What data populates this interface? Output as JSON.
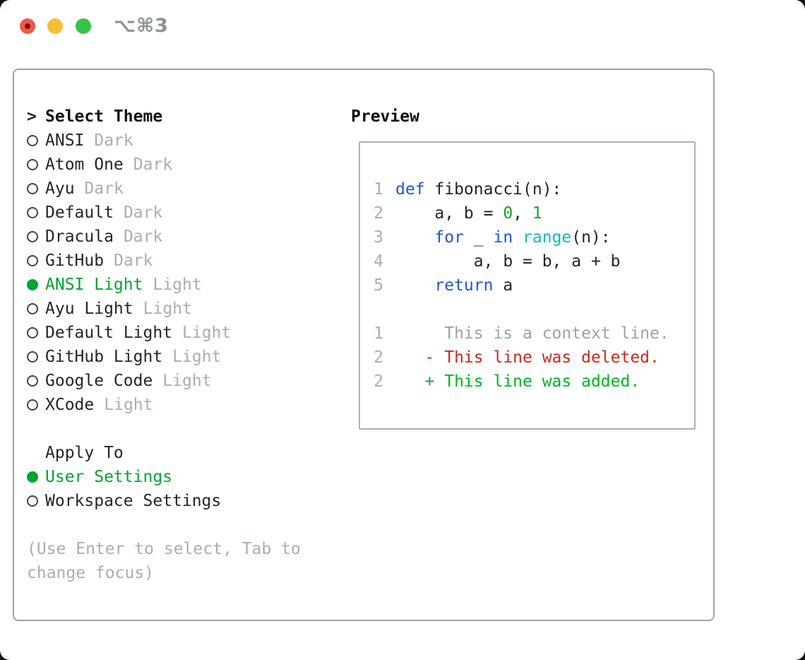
{
  "window": {
    "shortcut_label": "⌥⌘3",
    "traffic_lights": [
      {
        "name": "close-button"
      },
      {
        "name": "minimize-button"
      },
      {
        "name": "zoom-button"
      }
    ]
  },
  "theme_picker": {
    "title_marker": ">",
    "title": "Select Theme",
    "themes": [
      {
        "name": "ANSI",
        "variant": "Dark",
        "selected": false
      },
      {
        "name": "Atom One",
        "variant": "Dark",
        "selected": false
      },
      {
        "name": "Ayu",
        "variant": "Dark",
        "selected": false
      },
      {
        "name": "Default",
        "variant": "Dark",
        "selected": false
      },
      {
        "name": "Dracula",
        "variant": "Dark",
        "selected": false
      },
      {
        "name": "GitHub",
        "variant": "Dark",
        "selected": false
      },
      {
        "name": "ANSI Light",
        "variant": "Light",
        "selected": true
      },
      {
        "name": "Ayu Light",
        "variant": "Light",
        "selected": false
      },
      {
        "name": "Default Light",
        "variant": "Light",
        "selected": false
      },
      {
        "name": "GitHub Light",
        "variant": "Light",
        "selected": false
      },
      {
        "name": "Google Code",
        "variant": "Light",
        "selected": false
      },
      {
        "name": "XCode",
        "variant": "Light",
        "selected": false
      }
    ],
    "apply_to": {
      "label": "Apply To",
      "options": [
        {
          "name": "User Settings",
          "selected": true
        },
        {
          "name": "Workspace Settings",
          "selected": false
        }
      ]
    },
    "help_lines": [
      "(Use Enter to select, Tab to",
      "change focus)"
    ]
  },
  "preview": {
    "title": "Preview",
    "code_lines": [
      {
        "num": "1",
        "segments": [
          {
            "text": "def",
            "style": "keyword"
          },
          {
            "text": " fibonacci(n):",
            "style": "plain"
          }
        ]
      },
      {
        "num": "2",
        "segments": [
          {
            "text": "    a, b = ",
            "style": "plain"
          },
          {
            "text": "0",
            "style": "number"
          },
          {
            "text": ", ",
            "style": "plain"
          },
          {
            "text": "1",
            "style": "number"
          }
        ]
      },
      {
        "num": "3",
        "segments": [
          {
            "text": "    ",
            "style": "plain"
          },
          {
            "text": "for",
            "style": "keyword"
          },
          {
            "text": " _ ",
            "style": "plain"
          },
          {
            "text": "in",
            "style": "keyword"
          },
          {
            "text": " ",
            "style": "plain"
          },
          {
            "text": "range",
            "style": "builtin"
          },
          {
            "text": "(n):",
            "style": "plain"
          }
        ]
      },
      {
        "num": "4",
        "segments": [
          {
            "text": "        a, b = b, a + b",
            "style": "plain"
          }
        ]
      },
      {
        "num": "5",
        "segments": [
          {
            "text": "    ",
            "style": "plain"
          },
          {
            "text": "return",
            "style": "keyword"
          },
          {
            "text": " a",
            "style": "plain"
          }
        ]
      },
      {
        "num": "",
        "segments": []
      },
      {
        "num": "1",
        "segments": [
          {
            "text": "     This is a context line.",
            "style": "context"
          }
        ]
      },
      {
        "num": "2",
        "segments": [
          {
            "text": "   - This line was deleted.",
            "style": "deleted"
          }
        ]
      },
      {
        "num": "2",
        "segments": [
          {
            "text": "   + This line was added.",
            "style": "added"
          }
        ]
      }
    ]
  },
  "colors": {
    "ink": "#22262c",
    "muted": "#a6aeb8",
    "accent-green": "#00a42f",
    "keyword-blue": "#1e56d6",
    "builtin-cyan": "#16b3c9",
    "number-green": "#0ca81f",
    "deleted-red": "#c92a1e",
    "added-green": "#00b321",
    "line-number-gray": "#a6aeb8",
    "panel-border": "#9aa3b0",
    "traffic-red": "#f0564d",
    "traffic-yellow": "#f6be33",
    "traffic-green": "#37c248",
    "shortcut-gray": "#8a9097"
  }
}
